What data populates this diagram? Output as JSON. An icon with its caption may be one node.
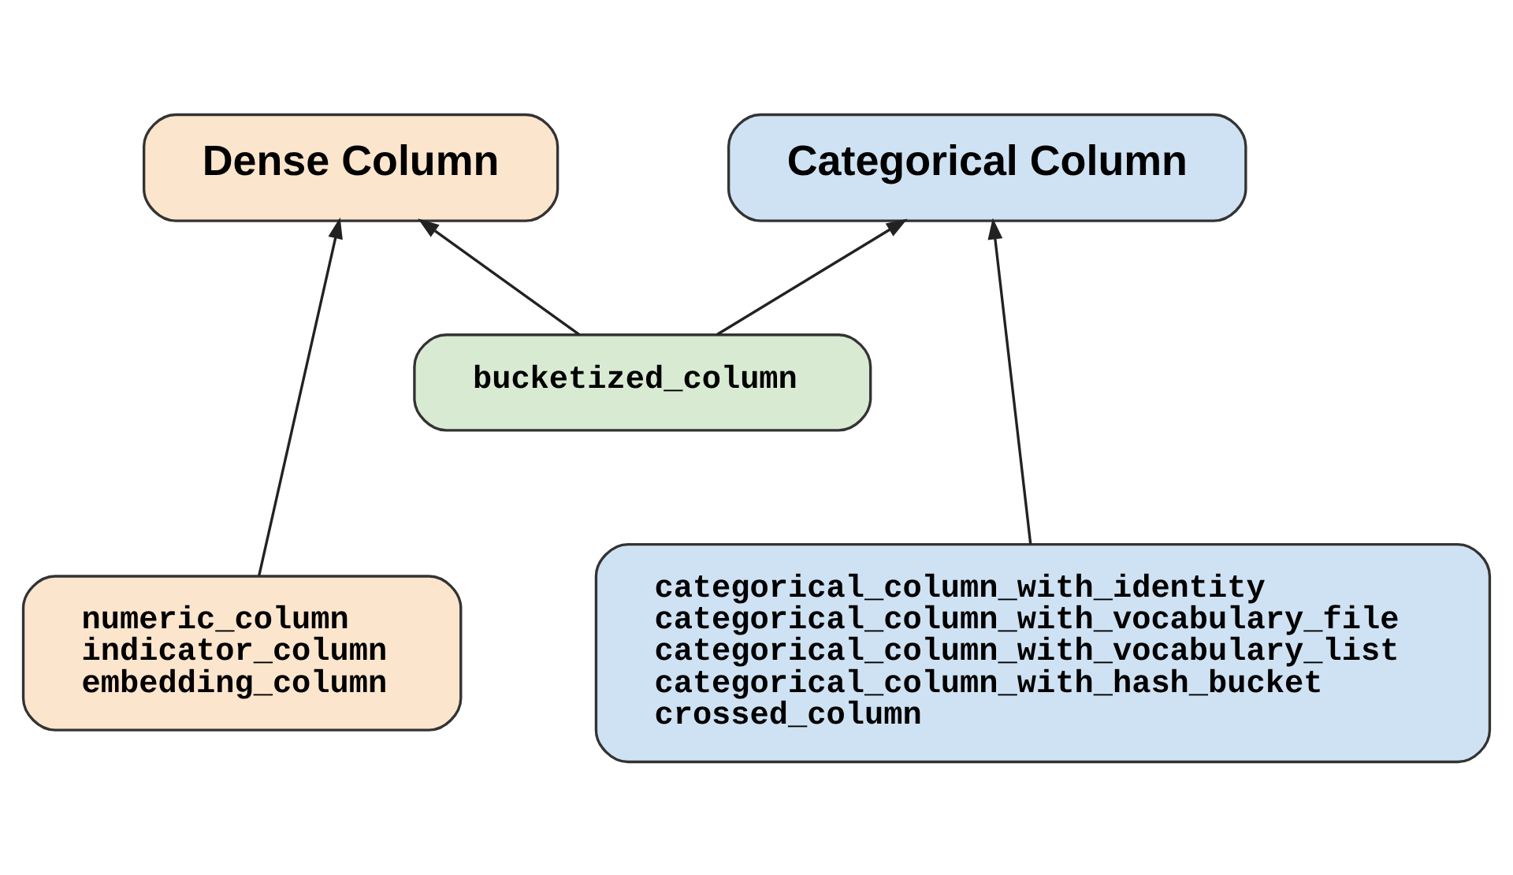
{
  "diagram": {
    "nodes": [
      {
        "text": [
          "Categorical Column"
        ]
      },
      {
        "text": [
          "Dense Column"
        ]
      },
      {
        "text": [
          "bucketized_column"
        ]
      },
      {
        "text": [
          "categorical_column_with_identity",
          "categorical_column_with_vocabulary_file",
          "categorical_column_with_vocabulary_list",
          "categorical_column_with_hash_bucket",
          "crossed_column"
        ]
      },
      {
        "text": [
          "numeric_column",
          "indicator_column",
          "embedding_column"
        ]
      }
    ],
    "edges": [
      {
        "from": 3,
        "to": 0,
        "arrow": "to"
      },
      {
        "from": 2,
        "to": 0,
        "arrow": "to"
      },
      {
        "from": 2,
        "to": 1,
        "arrow": "to"
      },
      {
        "from": 4,
        "to": 1,
        "arrow": "to"
      }
    ]
  }
}
